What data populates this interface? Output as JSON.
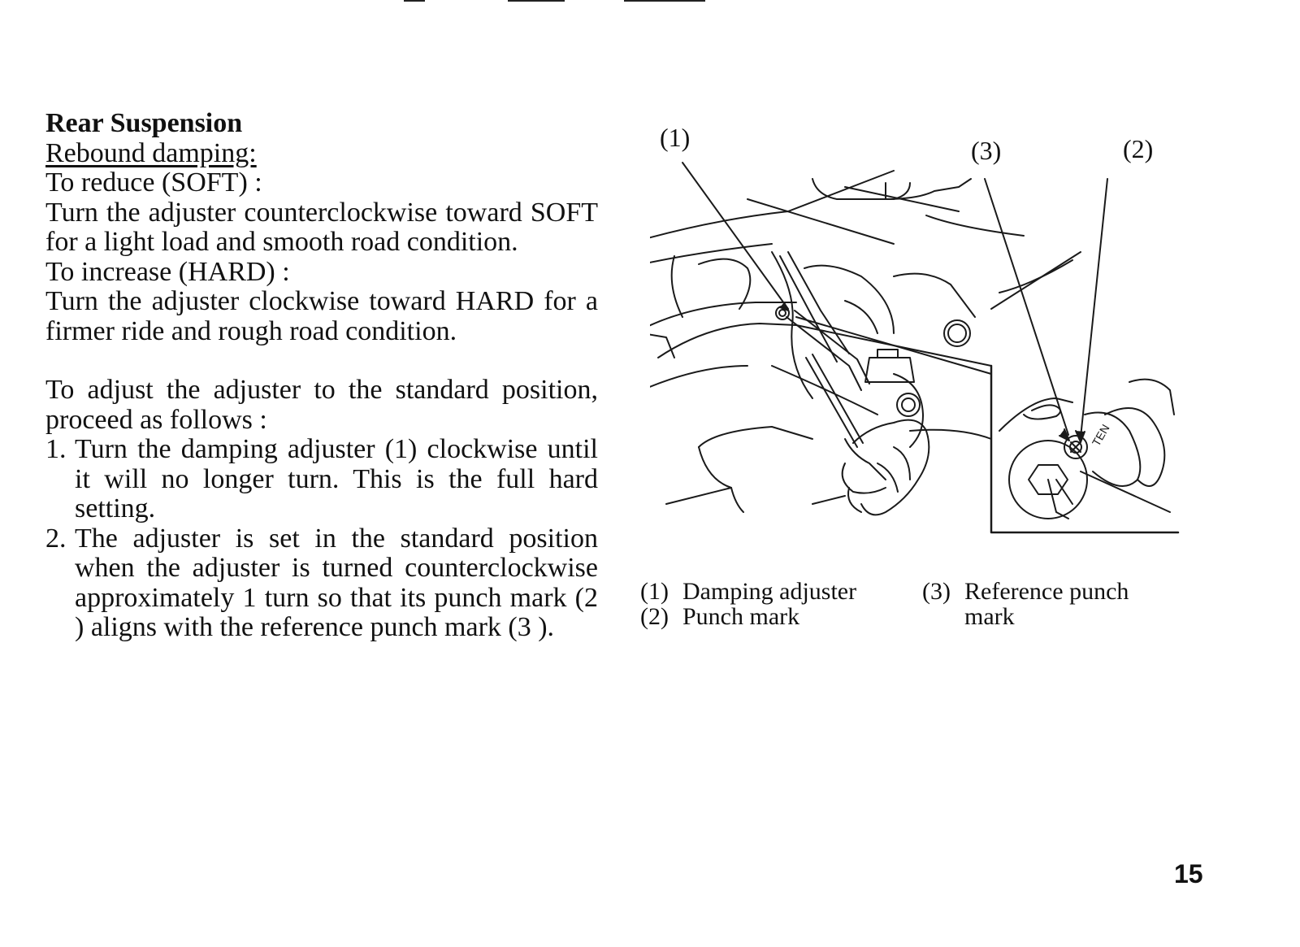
{
  "section": {
    "heading": "Rear Suspension",
    "subheading": "Rebound damping:",
    "reduce_label": "To reduce (SOFT) :",
    "reduce_text": "Turn the adjuster counterclockwise toward SOFT for a light load and smooth road condition.",
    "increase_label": "To increase (HARD) :",
    "increase_text": "Turn the adjuster clockwise toward HARD for a firmer ride and rough road condition.",
    "standard_intro": "To adjust the adjuster to the standard position, proceed as follows :",
    "steps": [
      {
        "num": "1.",
        "text": "Turn the damping adjuster (1) clockwise until it will no longer turn. This is the full hard setting."
      },
      {
        "num": "2.",
        "text": "The adjuster is set in the standard position when the adjuster is turned counterclockwise approximately 1 turn so that its punch mark (2 ) aligns with the reference punch mark (3 )."
      }
    ]
  },
  "figure": {
    "callouts": {
      "c1": "(1)",
      "c2": "(2)",
      "c3": "(3)"
    },
    "legend": [
      {
        "num": "(1)",
        "text": "Damping adjuster"
      },
      {
        "num": "(2)",
        "text": "Punch mark"
      },
      {
        "num": "(3)",
        "text": "Reference punch mark"
      }
    ]
  },
  "page_number": "15"
}
